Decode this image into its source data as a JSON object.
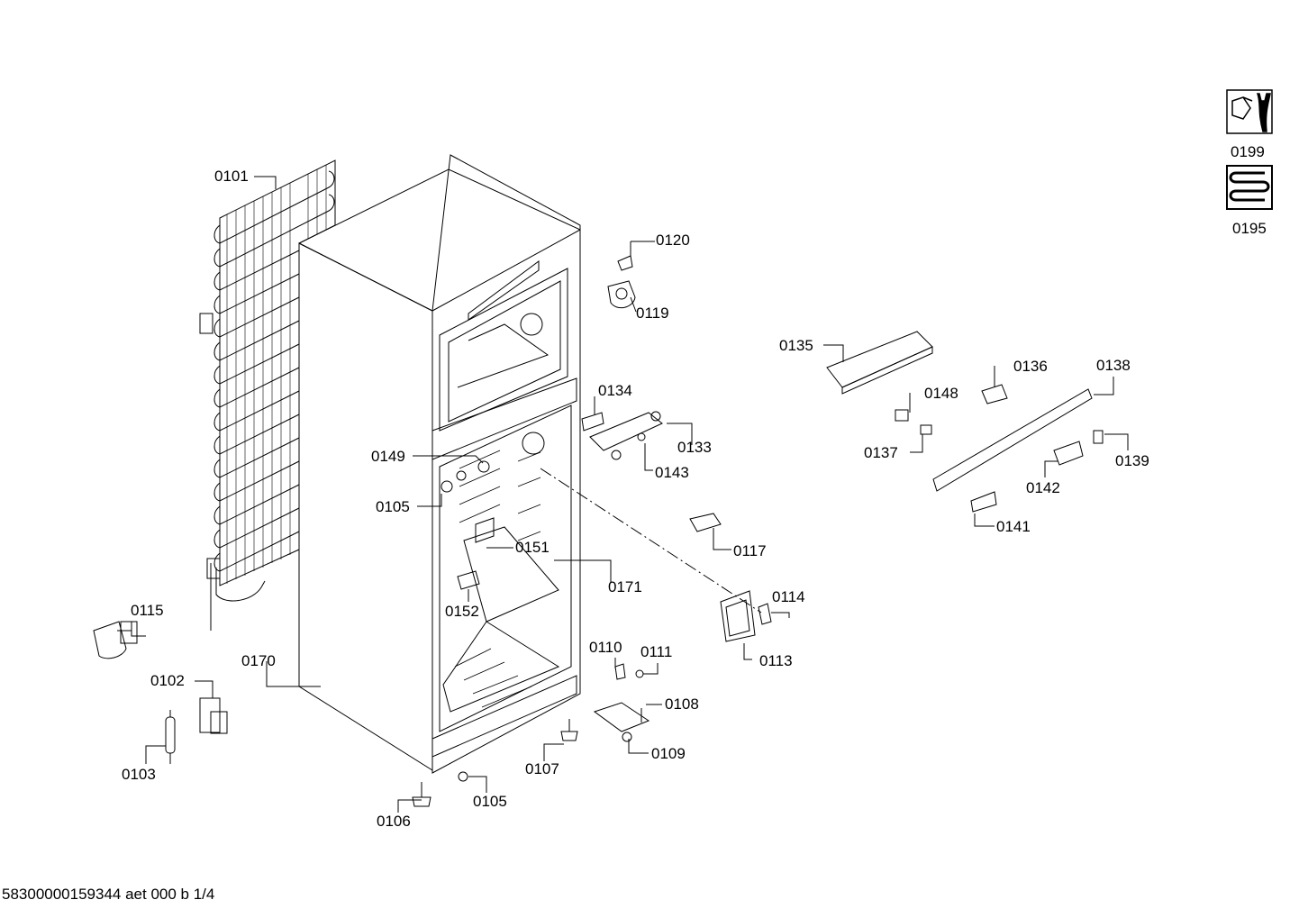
{
  "parts": {
    "p0101": "0101",
    "p0102": "0102",
    "p0103": "0103",
    "p0105a": "0105",
    "p0105b": "0105",
    "p0106": "0106",
    "p0107": "0107",
    "p0108": "0108",
    "p0109": "0109",
    "p0110": "0110",
    "p0111": "0111",
    "p0113": "0113",
    "p0114": "0114",
    "p0115": "0115",
    "p0117": "0117",
    "p0119": "0119",
    "p0120": "0120",
    "p0133": "0133",
    "p0134": "0134",
    "p0135": "0135",
    "p0136": "0136",
    "p0137": "0137",
    "p0138": "0138",
    "p0139": "0139",
    "p0141": "0141",
    "p0142": "0142",
    "p0143": "0143",
    "p0148": "0148",
    "p0149": "0149",
    "p0151": "0151",
    "p0152": "0152",
    "p0170": "0170",
    "p0171": "0171",
    "p0195": "0195",
    "p0199": "0199"
  },
  "icons": {
    "service": "wrench-nut-icon",
    "refrigerant": "coil-icon"
  },
  "footer": {
    "doc_id": "58300000159344 aet 000 b 1/4"
  },
  "colors": {
    "line": "#000000",
    "background": "#ffffff"
  }
}
